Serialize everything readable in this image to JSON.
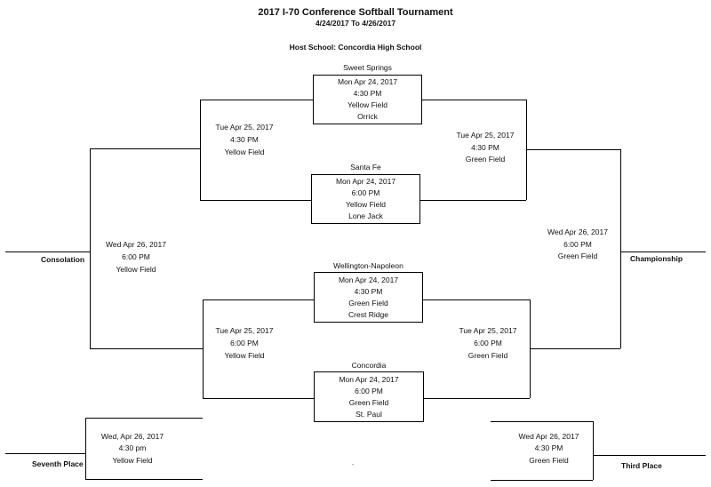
{
  "header": {
    "title": "2017 I-70 Conference Softball Tournament",
    "dates": "4/24/2017 To 4/26/2017",
    "host": "Host School:  Concordia High School"
  },
  "teams": {
    "t1": "Sweet Springs",
    "t2": "Orrick",
    "t3": "Santa Fe",
    "t4": "Lone Jack",
    "t5": "Wellington-Napoleon",
    "t6": "Crest Ridge",
    "t7": "Concordia",
    "t8": "St. Paul"
  },
  "games": {
    "g1": {
      "date": "Mon Apr 24, 2017",
      "time": "4:30 PM",
      "field": "Yellow Field"
    },
    "g2": {
      "date": "Mon Apr 24, 2017",
      "time": "6:00 PM",
      "field": "Yellow Field"
    },
    "g3": {
      "date": "Mon Apr 24, 2017",
      "time": "4:30 PM",
      "field": "Green Field"
    },
    "g4": {
      "date": "Mon Apr 24, 2017",
      "time": "6:00 PM",
      "field": "Green Field"
    },
    "s1": {
      "date": "Tue Apr 25, 2017",
      "time": "4:30 PM",
      "field": "Yellow Field"
    },
    "s2": {
      "date": "Tue Apr 25, 2017",
      "time": "4:30 PM",
      "field": "Green Field"
    },
    "s3": {
      "date": "Tue Apr 25, 2017",
      "time": "6:00 PM",
      "field": "Yellow Field"
    },
    "s4": {
      "date": "Tue Apr 25, 2017",
      "time": "6:00 PM",
      "field": "Green Field"
    },
    "consolation": {
      "date": "Wed Apr 26, 2017",
      "time": "6:00 PM",
      "field": "Yellow Field"
    },
    "championship": {
      "date": "Wed Apr 26, 2017",
      "time": "6:00 PM",
      "field": "Green Field"
    },
    "seventh": {
      "date": "Wed, Apr 26, 2017",
      "time": "4:30 pm",
      "field": "Yellow Field"
    },
    "third": {
      "date": "Wed Apr 26, 2017",
      "time": "4:30 PM",
      "field": "Green Field"
    }
  },
  "places": {
    "consolation": "Consolation",
    "championship": "Championship",
    "seventh": "Seventh Place",
    "third": "Third Place"
  },
  "footer_mark": "."
}
